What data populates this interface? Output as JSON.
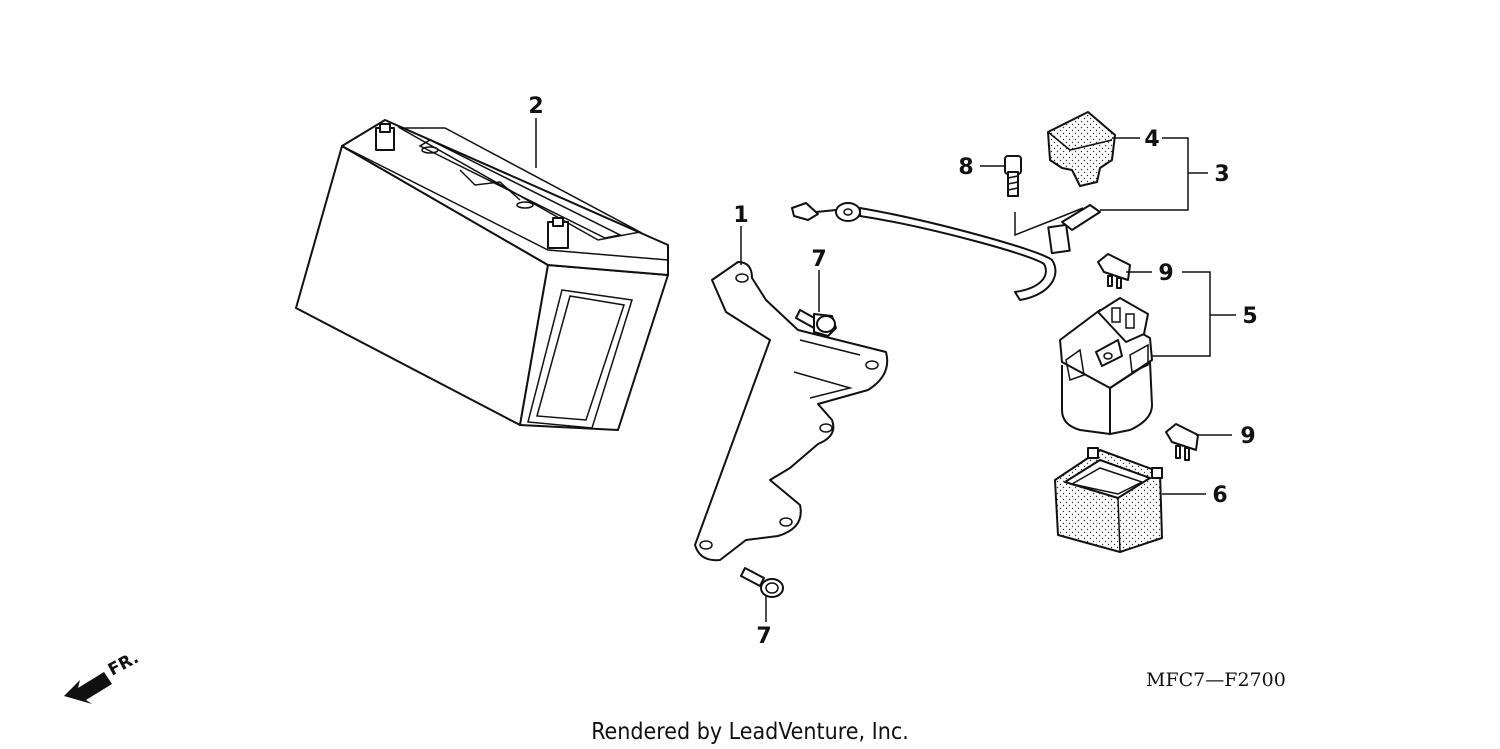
{
  "diagram": {
    "callouts": {
      "c1": "1",
      "c2": "2",
      "c3": "3",
      "c4": "4",
      "c5": "5",
      "c6": "6",
      "c7a": "7",
      "c7b": "7",
      "c8": "8",
      "c9a": "9",
      "c9b": "9"
    },
    "direction_label": "FR.",
    "diagram_code": "MFC7—F2700",
    "credit": "Rendered by LeadVenture, Inc."
  }
}
